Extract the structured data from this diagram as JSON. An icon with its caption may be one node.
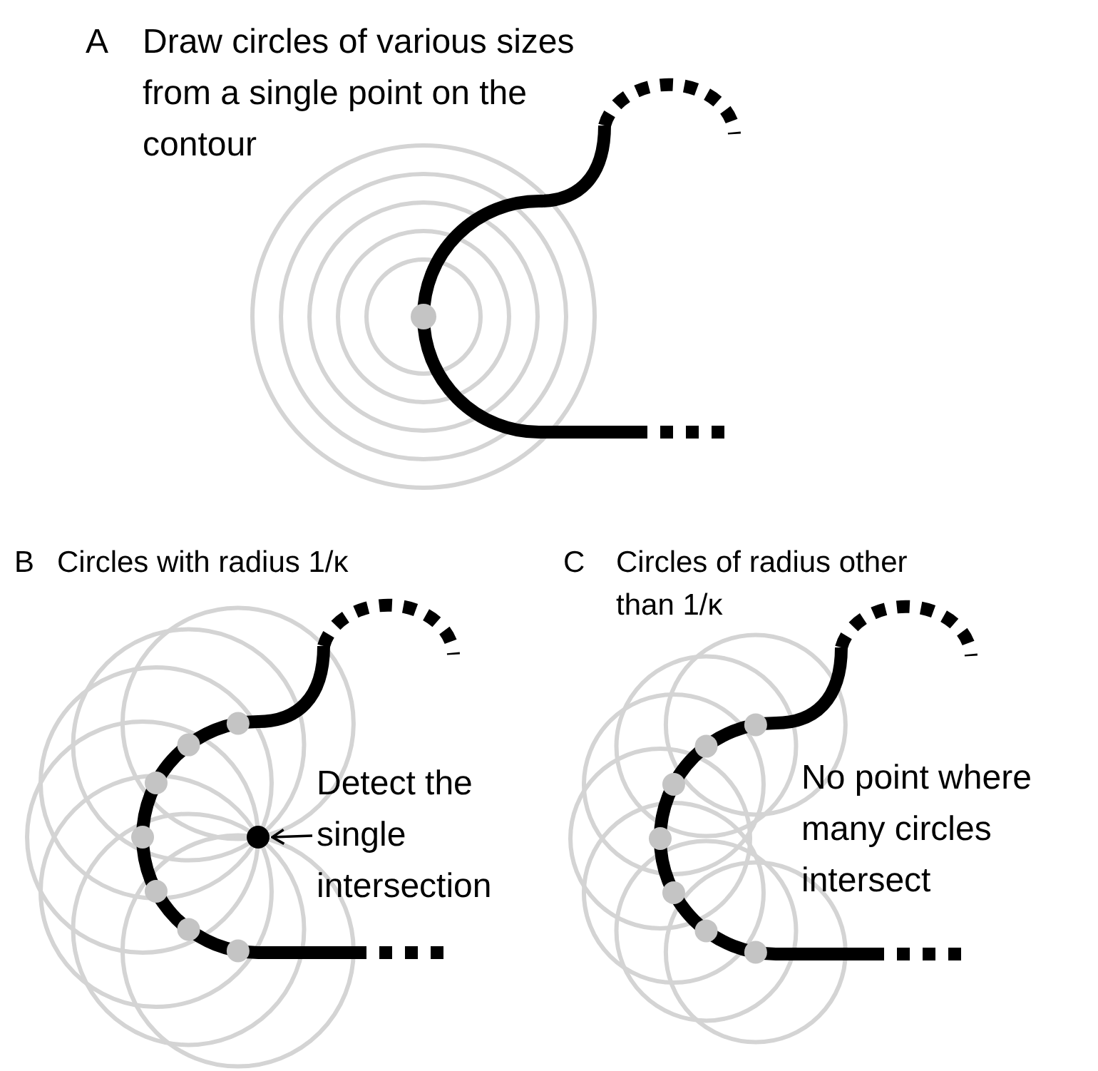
{
  "diagram": {
    "nodes": [
      {
        "text": [
          "Detect the single intersection"
        ]
      },
      {
        "text": [],
        "shape": "circle"
      }
    ],
    "edges": [
      {
        "from": 0,
        "to": 1,
        "arrow": "to"
      }
    ],
    "labels": [
      "A",
      "Draw circles of various sizes from a single point on the contour",
      "B",
      "Circles with radius 1/κ",
      "C",
      "Circles of radius other than 1/κ",
      "No point where many circles intersect"
    ]
  }
}
